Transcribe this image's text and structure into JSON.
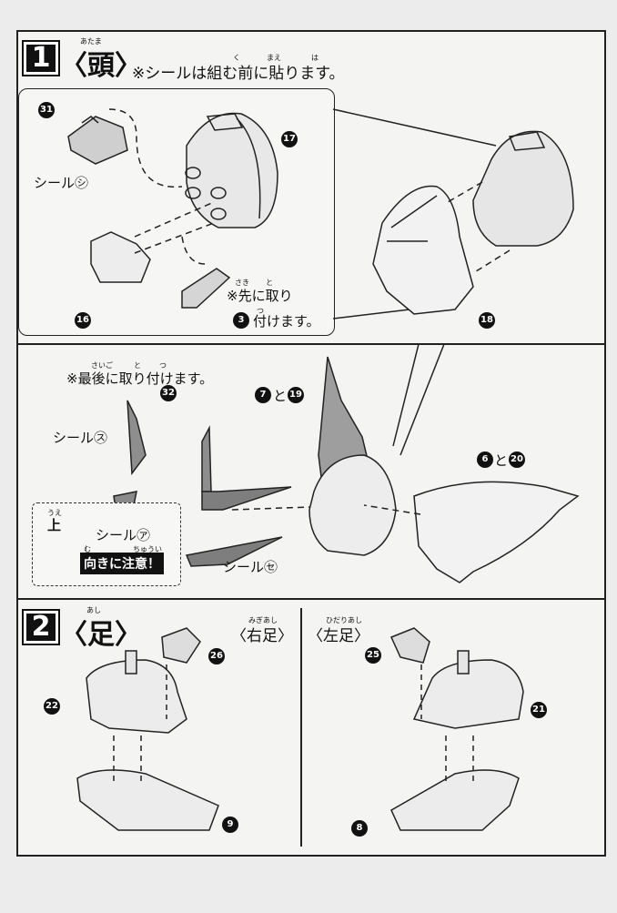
{
  "step1": {
    "number": "1",
    "title": "〈頭〉",
    "title_ruby": "あたま",
    "note": "※シールは組む前に貼ります。",
    "note_ruby_1": "く",
    "note_ruby_2": "まえ",
    "note_ruby_3": "は"
  },
  "inset": {
    "sticker_shi": "シール㋛",
    "note_line1": "※先に取り",
    "note_line2": "付けます。",
    "ruby_saki": "さき",
    "ruby_to": "と",
    "ruby_tsu": "つ"
  },
  "lower": {
    "note": "※最後に取り付けます。",
    "ruby_saigo": "さいご",
    "ruby_to": "と",
    "ruby_tsu": "つ",
    "sticker_su": "シール㋜",
    "sticker_a": "シール㋐",
    "sticker_se": "シール㋝",
    "up_label": "上",
    "up_ruby": "うえ",
    "warning": "向きに注意！",
    "warning_ruby_1": "む",
    "warning_ruby_2": "ちゅうい",
    "pair_7_19": "と",
    "pair_6_20": "と"
  },
  "step2": {
    "number": "2",
    "title": "〈足〉",
    "title_ruby": "あし",
    "right_foot": "〈右足〉",
    "right_ruby": "みぎあし",
    "left_foot": "〈左足〉",
    "left_ruby": "ひだりあし"
  },
  "part_numbers": {
    "p31": "31",
    "p17": "17",
    "p16": "16",
    "p3": "3",
    "p18": "18",
    "p32": "32",
    "p7": "7",
    "p19": "19",
    "p6": "6",
    "p20": "20",
    "p26": "26",
    "p22": "22",
    "p9": "9",
    "p25": "25",
    "p21": "21",
    "p8": "8"
  }
}
